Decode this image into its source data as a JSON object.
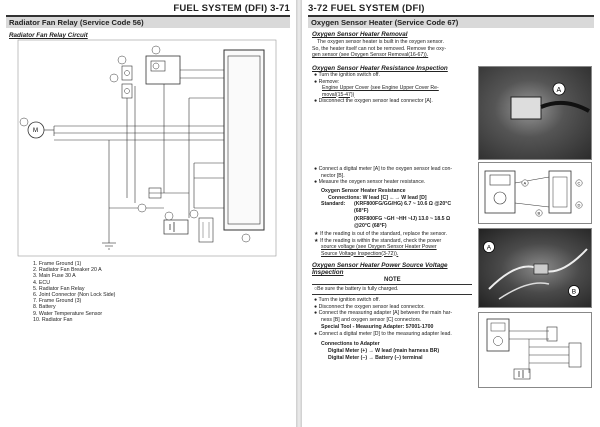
{
  "left_page": {
    "header": "FUEL SYSTEM (DFI) 3-71",
    "section_title": "Radiator Fan Relay (Service Code 56)",
    "subsection_title": "Radiator Fan Relay Circuit",
    "legend": [
      "1. Frame Ground (1)",
      "2. Radiator Fan Breaker 20 A",
      "3. Main Fuse 30 A",
      "4. ECU",
      "5. Radiator Fan Relay",
      "6. Joint Connector (Non Lock Side)",
      "7. Frame Ground (3)",
      "8. Battery",
      "9. Water Temperature Sensor",
      "10. Radiator Fan"
    ]
  },
  "right_page": {
    "header": "3-72 FUEL SYSTEM (DFI)",
    "section_title": "Oxygen Sensor Heater (Service Code 67)",
    "removal": {
      "title": "Oxygen Sensor Heater Removal",
      "text1": "The oxygen sensor heater is built in the oxygen sensor.",
      "text2": "So, the heater itself can not be removed. Remove the oxy-",
      "text3": "gen sensor (see Oxygen Sensor Removal(16-67))."
    },
    "resistance": {
      "title": "Oxygen Sensor Heater Resistance Inspection",
      "b1": "Turn the ignition switch off.",
      "b2": "Remove:",
      "b3": "Engine Upper Cover (see Engine Upper Cover Re-",
      "b3b": "moval(15-47))",
      "b4": "Disconnect the oxygen sensor lead connector [A].",
      "b5": "Connect a digital meter [A] to the oxygen sensor lead con-",
      "b5b": "nector [B].",
      "b6": "Measure the oxygen sensor heater resistance.",
      "spec_title": "Oxygen Sensor Heater Resistance",
      "spec_conn": "Connections: W lead [C] ←→ W lead [D]",
      "spec_std_label": "Standard:",
      "spec_std1": "(KRF800FG/GG/HG) 6.7 ~ 10.6 Ω @20°C",
      "spec_std1b": "(68°F)",
      "spec_std2": "(KRF800FG ~GH ~HH ~IJ) 13.0 ~ 18.5 Ω",
      "spec_std2b": "@20°C (68°F)",
      "b7": "If the reading is out of the standard, replace the sensor.",
      "b8": "If the reading is within the standard, check the power",
      "b8b": "source voltage (see Oxygen Sensor Heater Power",
      "b8c": "Source Voltage Inspection(3-72))."
    },
    "power": {
      "title": "Oxygen Sensor Heater Power Source Voltage",
      "title2": "Inspection",
      "note_title": "NOTE",
      "note": "○Be sure the battery is fully charged.",
      "b1": "Turn the ignition switch off.",
      "b2": "Disconnect the oxygen sensor lead connector.",
      "b3": "Connect the measuring adapter [A] between the main har-",
      "b3b": "ness [B] and oxygen sensor [C] connectors.",
      "special_tool": "Special Tool - Measuring Adapter: 57001-1700",
      "b4": "Connect a digital meter [D] to the measuring adapter lead.",
      "conn_title": "Connections to Adapter",
      "conn1": "Digital Meter (+) → W lead (main harness BR)",
      "conn2": "Digital Meter (−) → Battery (−) terminal"
    }
  }
}
